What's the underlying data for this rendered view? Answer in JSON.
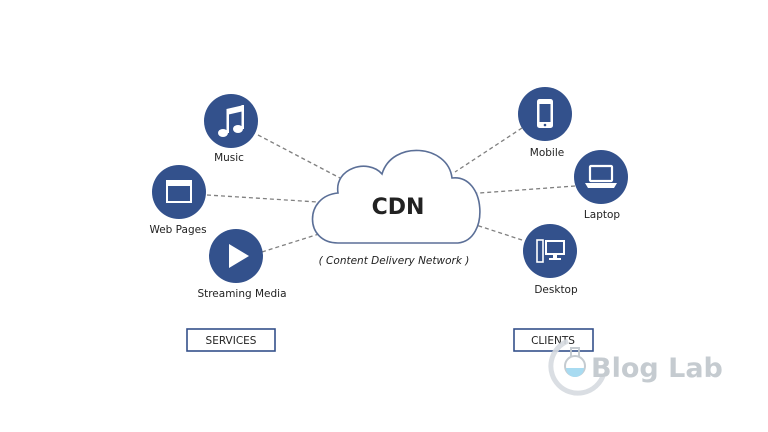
{
  "cdn": {
    "title": "CDN",
    "subtitle": "( Content Delivery Network )"
  },
  "services": {
    "label": "SERVICES",
    "items": [
      {
        "label": "Music",
        "icon": "music-note-icon"
      },
      {
        "label": "Web Pages",
        "icon": "web-page-icon"
      },
      {
        "label": "Streaming Media",
        "icon": "play-icon"
      }
    ]
  },
  "clients": {
    "label": "CLIENTS",
    "items": [
      {
        "label": "Mobile",
        "icon": "mobile-phone-icon"
      },
      {
        "label": "Laptop",
        "icon": "laptop-icon"
      },
      {
        "label": "Desktop",
        "icon": "desktop-computer-icon"
      }
    ]
  },
  "watermark": {
    "text": "Blog Lab",
    "icon": "flask-logo-icon"
  },
  "colors": {
    "node_fill": "#33518c",
    "icon_fill": "#ffffff",
    "cloud_stroke": "#5b6f97",
    "link_stroke": "#808080",
    "box_stroke": "#34508a",
    "watermark": "#bfc6cc"
  }
}
